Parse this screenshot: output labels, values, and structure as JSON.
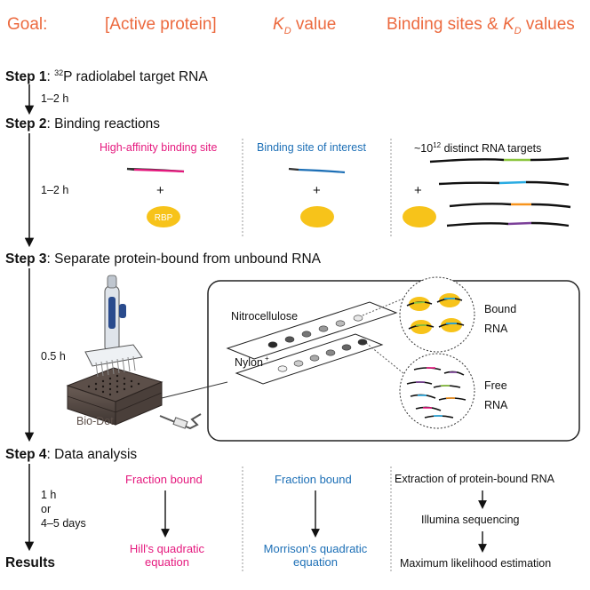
{
  "goal": {
    "label": "Goal:",
    "col1": "[Active protein]",
    "col2_k": "K",
    "col2_sub": "D",
    "col2_tail": " value",
    "col3_head": "Binding sites & ",
    "col3_k": "K",
    "col3_sub": "D",
    "col3_tail": " values"
  },
  "steps": {
    "s1_label": "Step 1",
    "s1_sup": "32",
    "s1_text": "P radiolabel target RNA",
    "s2_label": "Step 2",
    "s2_text": "Binding reactions",
    "s3_label": "Step 3",
    "s3_text": "Separate protein-bound from unbound RNA",
    "s4_label": "Step 4",
    "s4_text": "Data analysis",
    "results": "Results"
  },
  "times": {
    "t1": "1–2 h",
    "t2": "1–2 h",
    "t3": "0.5 h",
    "t4a": "1 h",
    "t4b": "or",
    "t4c": "4–5 days"
  },
  "binding": {
    "col1_head": "High-affinity binding site",
    "col2_head": "Binding site of interest",
    "col3_pre": "~10",
    "col3_sup": "12",
    "col3_post": " distinct RNA targets",
    "plus": "+",
    "rbp": "RBP"
  },
  "separation": {
    "nitrocellulose": "Nitrocellulose",
    "nylon": "Nylon",
    "nylon_sup": "+",
    "bound_1": "Bound",
    "bound_2": "RNA",
    "free_1": "Free",
    "free_2": "RNA",
    "device": "Bio-Dot"
  },
  "analysis": {
    "col1_top": "Fraction bound",
    "col1_bottom_1": "Hill's quadratic",
    "col1_bottom_2": "equation",
    "col2_top": "Fraction bound",
    "col2_bottom_1": "Morrison's quadratic",
    "col2_bottom_2": "equation",
    "col3_a": "Extraction of protein-bound RNA",
    "col3_b": "Illumina sequencing",
    "col3_c": "Maximum likelihood estimation"
  },
  "colors": {
    "orange": "#ec6a3f",
    "magenta": "#e5197e",
    "blue": "#1c6fb6",
    "yellow": "#f7c31a",
    "green": "#8cc63f",
    "cyan": "#29abe2",
    "amber": "#f7941d",
    "purple": "#7b3f98"
  }
}
